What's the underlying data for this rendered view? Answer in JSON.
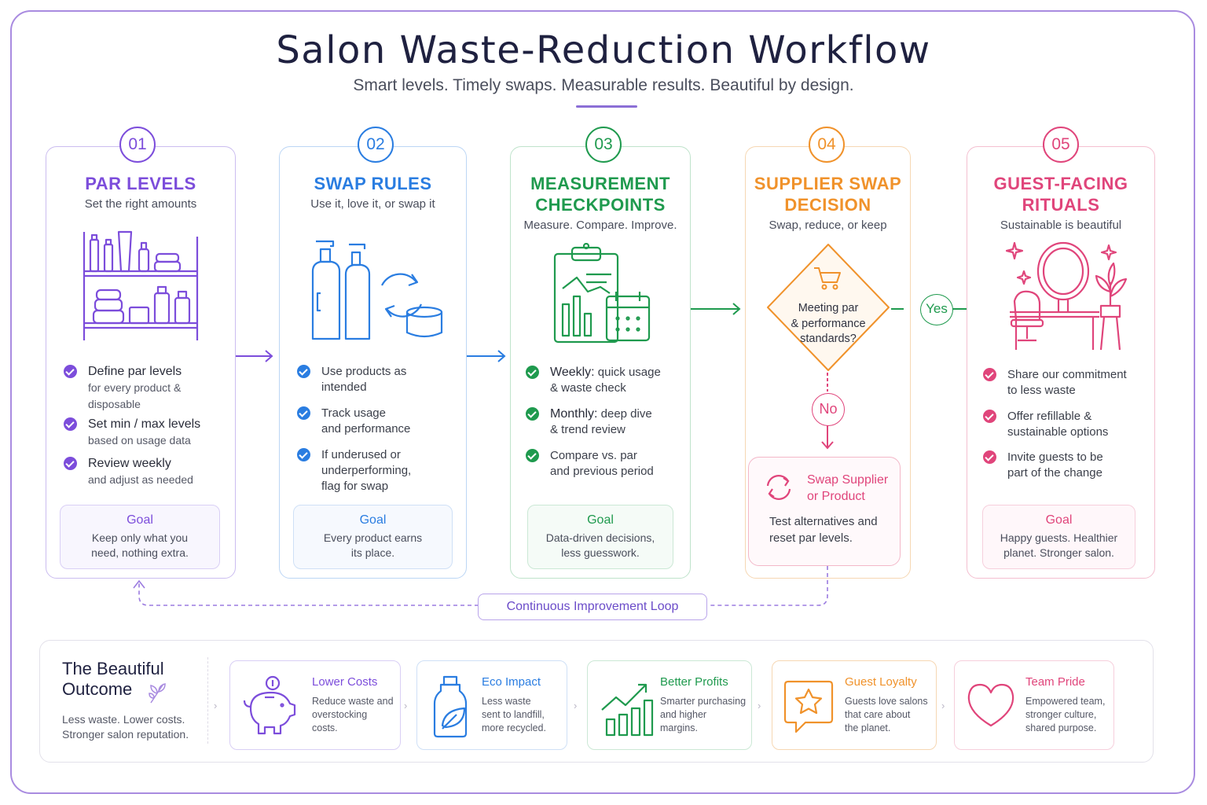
{
  "header": {
    "title": "Salon Waste-Reduction Workflow",
    "subtitle": "Smart levels. Timely swaps. Measurable results. Beautiful by design."
  },
  "steps": [
    {
      "number": "01",
      "title_lines": [
        "PAR LEVELS"
      ],
      "subtitle": "Set the right amounts",
      "color": "#7c4ddb",
      "icon": "shelf-icon",
      "items": [
        {
          "bold": "Define par levels",
          "rest": [
            "for every product &",
            "disposable"
          ]
        },
        {
          "bold": "Set min / max levels",
          "rest": [
            "based on usage data"
          ]
        },
        {
          "bold": "Review weekly",
          "rest": [
            "and adjust as needed"
          ]
        }
      ],
      "goal_label": "Goal",
      "goal_lines": [
        "Keep only what you",
        "need, nothing extra."
      ]
    },
    {
      "number": "02",
      "title_lines": [
        "SWAP RULES"
      ],
      "subtitle": "Use it, love it, or swap it",
      "color": "#2a7de1",
      "icon": "bottles-swap-icon",
      "items": [
        {
          "bold": "",
          "rest": [
            "Use products as",
            "intended"
          ]
        },
        {
          "bold": "",
          "rest": [
            "Track usage",
            "and performance"
          ]
        },
        {
          "bold": "",
          "rest": [
            "If underused or",
            "underperforming,",
            "flag for swap"
          ]
        }
      ],
      "goal_label": "Goal",
      "goal_lines": [
        "Every product earns",
        "its place."
      ]
    },
    {
      "number": "03",
      "title_lines": [
        "MEASUREMENT",
        "CHECKPOINTS"
      ],
      "subtitle": "Measure. Compare. Improve.",
      "color": "#1f9a4e",
      "icon": "clipboard-chart-icon",
      "items": [
        {
          "bold": "Weekly:",
          "rest": [
            "quick usage",
            "& waste check"
          ]
        },
        {
          "bold": "Monthly:",
          "rest": [
            "deep dive",
            "& trend review"
          ]
        },
        {
          "bold": "",
          "rest": [
            "Compare vs. par",
            "and previous period"
          ]
        }
      ],
      "goal_label": "Goal",
      "goal_lines": [
        "Data-driven decisions,",
        "less guesswork."
      ]
    },
    {
      "number": "04",
      "title_lines": [
        "SUPPLIER SWAP",
        "DECISION"
      ],
      "subtitle": "Swap, reduce, or keep",
      "color": "#f0922b",
      "icon": "cart-icon",
      "decision": [
        "Meeting par",
        "& performance",
        "standards?"
      ],
      "no_label": "No",
      "swap_title": [
        "Swap Supplier",
        "or Product"
      ],
      "swap_text": [
        "Test alternatives and",
        "reset par levels."
      ]
    },
    {
      "number": "05",
      "title_lines": [
        "GUEST-FACING",
        "RITUALS"
      ],
      "subtitle": "Sustainable is beautiful",
      "color": "#e0457b",
      "icon": "vanity-mirror-icon",
      "items": [
        {
          "bold": "",
          "rest": [
            "Share our commitment",
            "to less waste"
          ]
        },
        {
          "bold": "",
          "rest": [
            "Offer refillable &",
            "sustainable options"
          ]
        },
        {
          "bold": "",
          "rest": [
            "Invite guests to be",
            "part of the change"
          ]
        }
      ],
      "goal_label": "Goal",
      "goal_lines": [
        "Happy guests. Healthier",
        "planet. Stronger salon."
      ]
    }
  ],
  "yes_label": "Yes",
  "loop_label": "Continuous Improvement Loop",
  "outcome": {
    "title_lines": [
      "The Beautiful",
      "Outcome"
    ],
    "text_lines": [
      "Less waste. Lower costs.",
      "Stronger salon reputation."
    ],
    "items": [
      {
        "title": "Lower Costs",
        "lines": [
          "Reduce waste and",
          "overstocking",
          "costs."
        ],
        "color": "#7c4ddb",
        "icon": "piggy-bank-icon"
      },
      {
        "title": "Eco Impact",
        "lines": [
          "Less waste",
          "sent to landfill,",
          "more recycled."
        ],
        "color": "#2a7de1",
        "icon": "eco-bottle-icon"
      },
      {
        "title": "Better Profits",
        "lines": [
          "Smarter purchasing",
          "and higher",
          "margins."
        ],
        "color": "#1f9a4e",
        "icon": "growth-chart-icon"
      },
      {
        "title": "Guest Loyalty",
        "lines": [
          "Guests love salons",
          "that care about",
          "the planet."
        ],
        "color": "#f0922b",
        "icon": "star-bubble-icon"
      },
      {
        "title": "Team Pride",
        "lines": [
          "Empowered team,",
          "stronger culture,",
          "shared purpose."
        ],
        "color": "#e0457b",
        "icon": "heart-icon"
      }
    ]
  }
}
